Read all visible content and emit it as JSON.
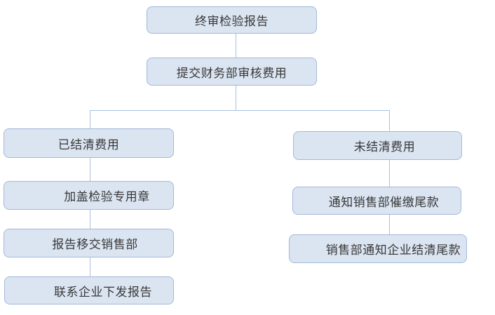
{
  "diagram": {
    "type": "flowchart",
    "direction": "top-down",
    "nodes": [
      {
        "id": "final-inspection-report",
        "label": "终审检验报告"
      },
      {
        "id": "submit-finance-review",
        "label": "提交财务部审核费用"
      },
      {
        "id": "fees-settled",
        "label": "已结清费用"
      },
      {
        "id": "apply-inspection-seal",
        "label": "加盖检验专用章"
      },
      {
        "id": "report-to-sales",
        "label": "报告移交销售部"
      },
      {
        "id": "contact-enterprise-issue-report",
        "label": "联系企业下发报告"
      },
      {
        "id": "fees-unsettled",
        "label": "未结清费用"
      },
      {
        "id": "notify-sales-collect-balance",
        "label": "通知销售部催缴尾款"
      },
      {
        "id": "sales-notify-enterprise-settle",
        "label": "销售部通知企业结清尾款"
      }
    ],
    "edges": [
      {
        "from": "final-inspection-report",
        "to": "submit-finance-review"
      },
      {
        "from": "submit-finance-review",
        "to": "fees-settled"
      },
      {
        "from": "submit-finance-review",
        "to": "fees-unsettled"
      },
      {
        "from": "fees-settled",
        "to": "apply-inspection-seal"
      },
      {
        "from": "apply-inspection-seal",
        "to": "report-to-sales"
      },
      {
        "from": "report-to-sales",
        "to": "contact-enterprise-issue-report"
      },
      {
        "from": "fees-unsettled",
        "to": "notify-sales-collect-balance"
      },
      {
        "from": "notify-sales-collect-balance",
        "to": "sales-notify-enterprise-settle"
      }
    ],
    "colors": {
      "node_fill": "#dbe5f2",
      "node_border": "#a2b8d8",
      "connector": "#a9c0dc",
      "text": "#383838",
      "background": "#ffffff"
    }
  }
}
